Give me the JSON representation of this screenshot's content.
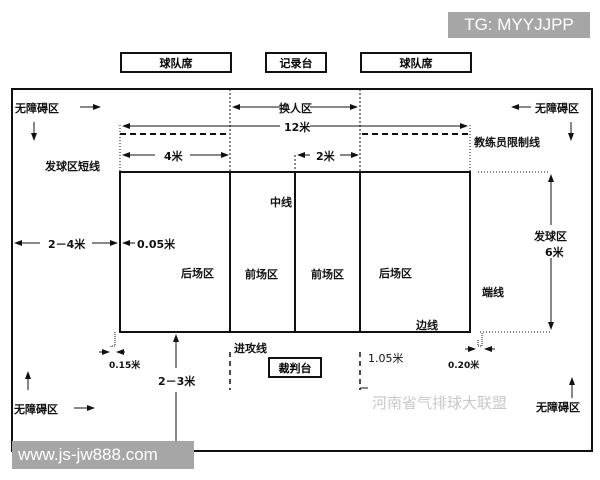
{
  "badges": {
    "tg": "TG: MYYJJPP",
    "website": "www.js-jw888.com"
  },
  "watermark": "河南省气排球大联盟",
  "top_boxes": {
    "team_bench_left": "球队席",
    "scorer_table": "记录台",
    "team_bench_right": "球队席"
  },
  "referee_stand": "裁判台",
  "labels": {
    "free_zone": "无障碍区",
    "substitution_zone": "换人区",
    "length_12m": "12米",
    "length_4m": "4米",
    "length_2m": "2米",
    "service_short_line": "发球区短线",
    "coach_restriction_line": "教练员限制线",
    "center_line": "中线",
    "width_2_4m": "2－4米",
    "line_005m": "0.05米",
    "back_zone": "后场区",
    "front_zone": "前场区",
    "service_zone": "发球区",
    "service_zone_6m": "6米",
    "end_line": "端线",
    "side_line": "边线",
    "attack_line": "进攻线",
    "line_015m": "0.15米",
    "width_2_3m": "2－3米",
    "line_105m": "1.05米",
    "line_020m": "0.20米"
  }
}
